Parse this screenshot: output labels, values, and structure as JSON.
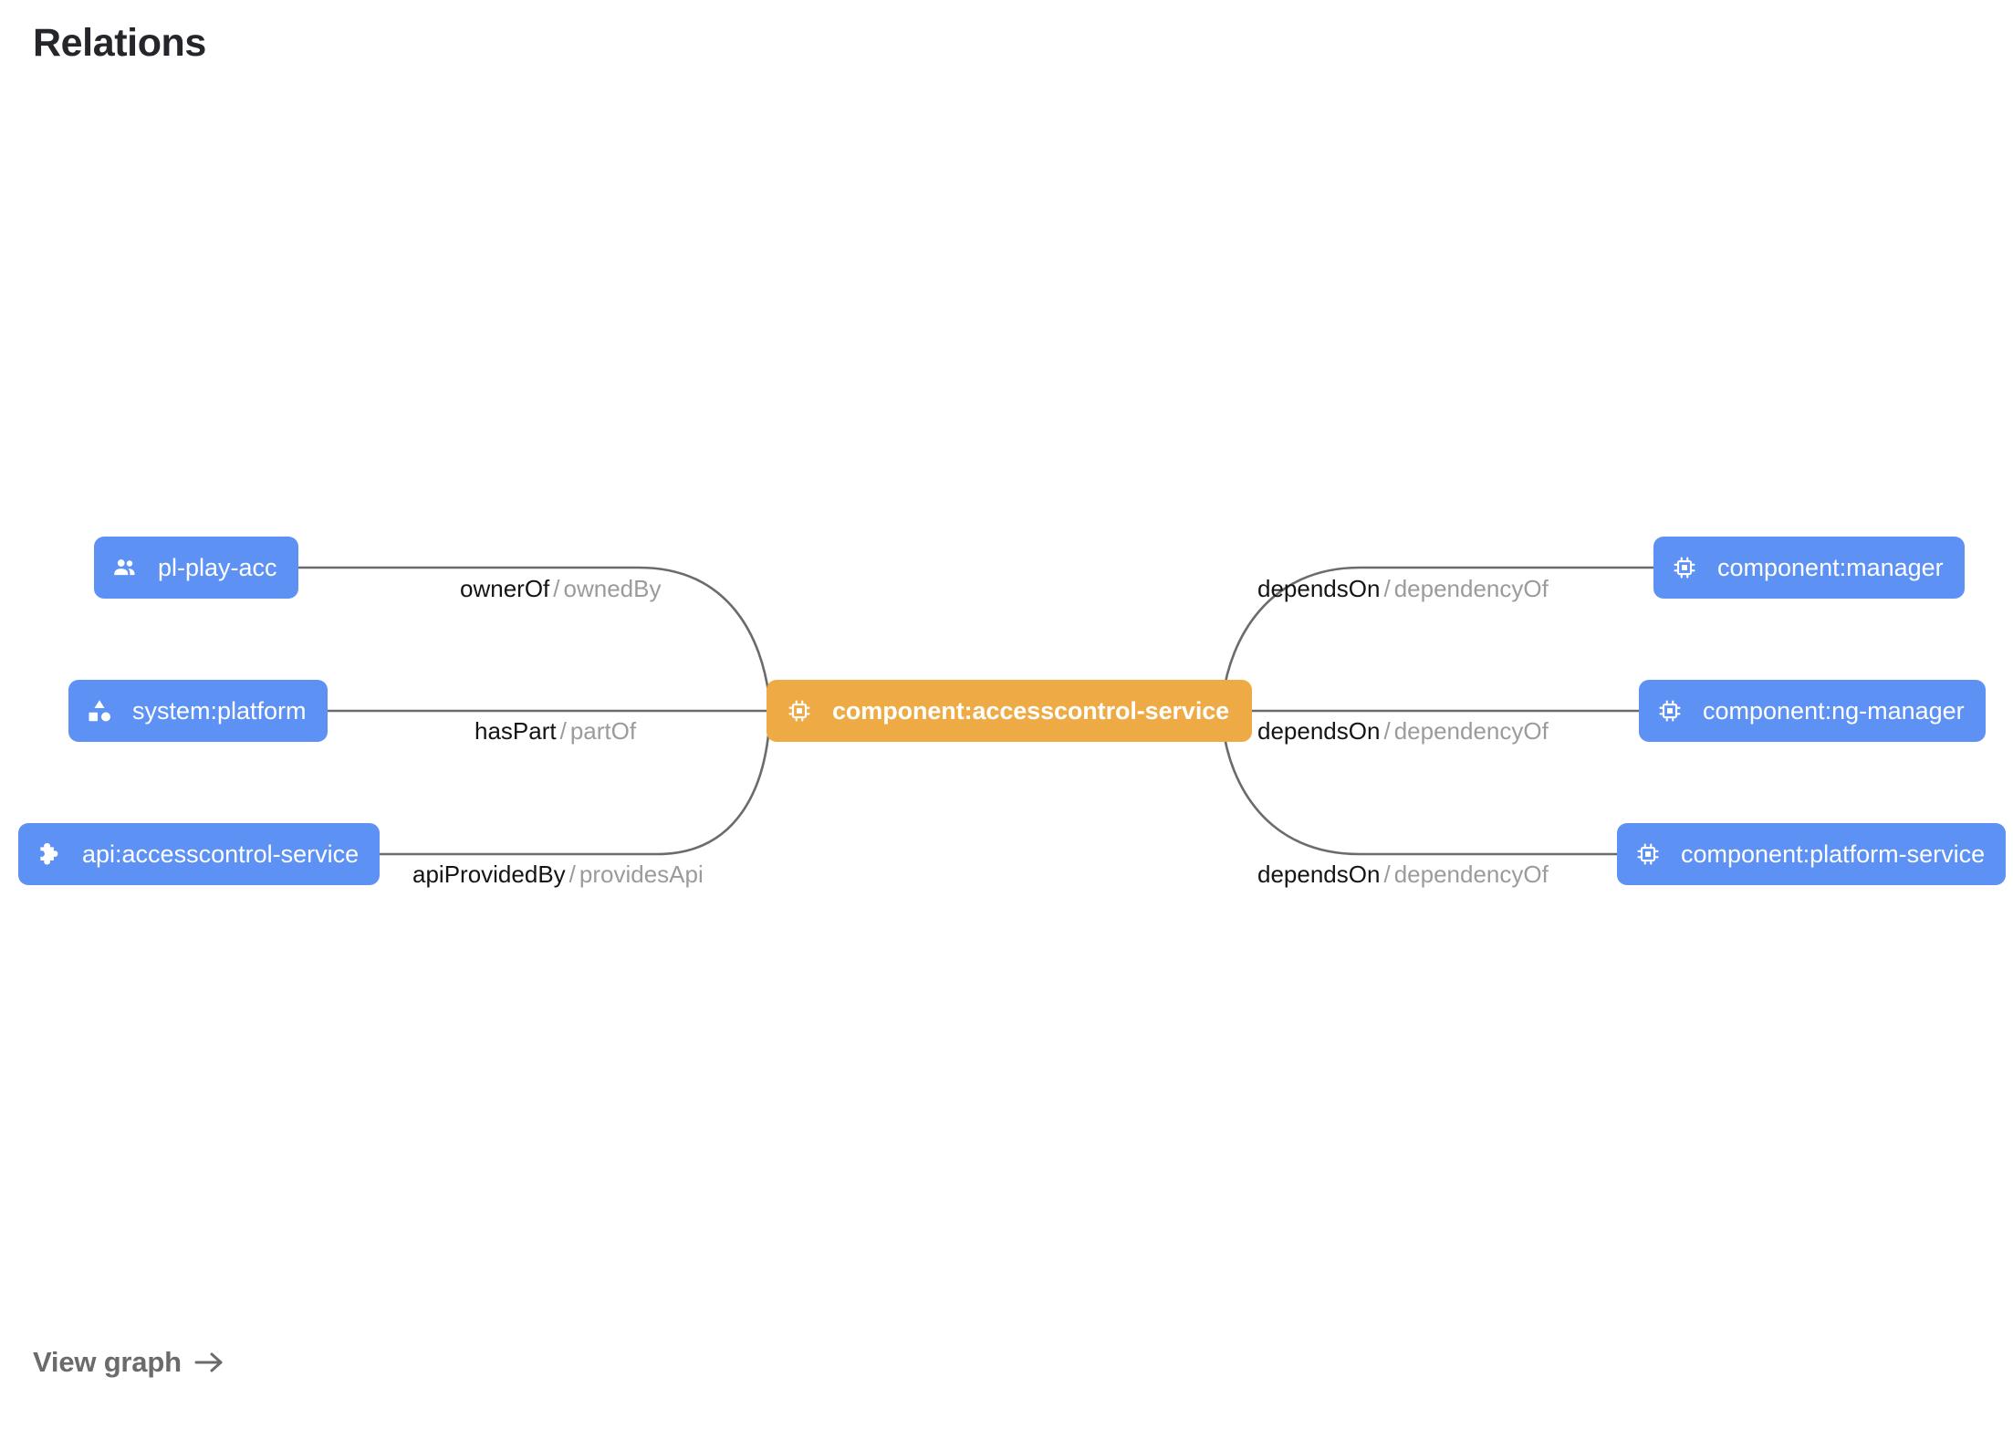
{
  "page": {
    "title": "Relations",
    "view_graph_label": "View graph",
    "view_graph_icon": "arrow-right-icon"
  },
  "colors": {
    "node_default": "#5d92f4",
    "node_focus": "#eeaa44",
    "edge_stroke": "#6b6b6b",
    "label_forward": "#141414",
    "label_reverse": "#9b9b9b",
    "title_text": "#24262b",
    "link_text": "#6b6b6b"
  },
  "graph": {
    "center": {
      "id": "component:accesscontrol-service",
      "label": "component:accesscontrol-service",
      "icon": "memory-chip-icon",
      "kind": "component",
      "focused": true
    },
    "left_nodes": [
      {
        "id": "pl-play-acc",
        "label": "pl-play-acc",
        "icon": "group-people-icon",
        "kind": "group"
      },
      {
        "id": "system:platform",
        "label": "system:platform",
        "icon": "category-shapes-icon",
        "kind": "system"
      },
      {
        "id": "api:accesscontrol-service",
        "label": "api:accesscontrol-service",
        "icon": "puzzle-piece-icon",
        "kind": "api"
      }
    ],
    "right_nodes": [
      {
        "id": "component:manager",
        "label": "component:manager",
        "icon": "memory-chip-icon",
        "kind": "component"
      },
      {
        "id": "component:ng-manager",
        "label": "component:ng-manager",
        "icon": "memory-chip-icon",
        "kind": "component"
      },
      {
        "id": "component:platform-service",
        "label": "component:platform-service",
        "icon": "memory-chip-icon",
        "kind": "component"
      }
    ],
    "edges": [
      {
        "source": "pl-play-acc",
        "target": "component:accesscontrol-service",
        "forward": "ownerOf",
        "separator": "/",
        "reverse": "ownedBy"
      },
      {
        "source": "system:platform",
        "target": "component:accesscontrol-service",
        "forward": "hasPart",
        "separator": "/",
        "reverse": "partOf"
      },
      {
        "source": "api:accesscontrol-service",
        "target": "component:accesscontrol-service",
        "forward": "apiProvidedBy",
        "separator": "/",
        "reverse": "providesApi"
      },
      {
        "source": "component:accesscontrol-service",
        "target": "component:manager",
        "forward": "dependsOn",
        "separator": "/",
        "reverse": "dependencyOf"
      },
      {
        "source": "component:accesscontrol-service",
        "target": "component:ng-manager",
        "forward": "dependsOn",
        "separator": "/",
        "reverse": "dependencyOf"
      },
      {
        "source": "component:accesscontrol-service",
        "target": "component:platform-service",
        "forward": "dependsOn",
        "separator": "/",
        "reverse": "dependencyOf"
      }
    ]
  }
}
